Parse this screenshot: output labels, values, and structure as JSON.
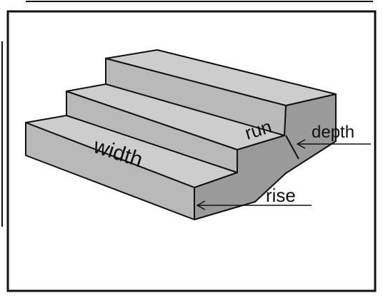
{
  "labels": {
    "width": "width",
    "run": "run",
    "depth": "depth",
    "rise": "rise"
  },
  "colors": {
    "frame": "#111111",
    "tread": "#cdcdcd",
    "riser": "#b9b9b9",
    "side": "#9a9a9a",
    "stroke": "#111111"
  }
}
